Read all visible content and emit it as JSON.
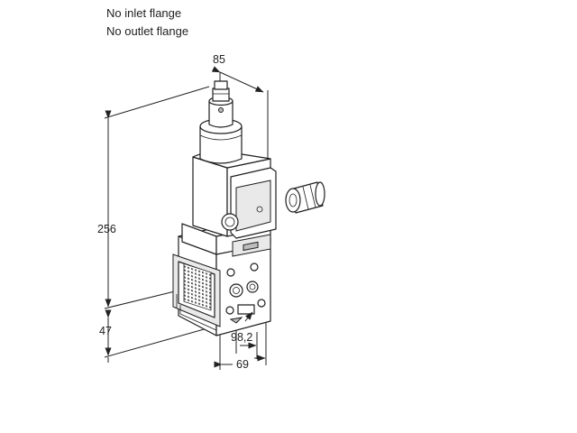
{
  "notes": {
    "inlet": "No inlet flange",
    "outlet": "No outlet flange"
  },
  "dimensions": {
    "depth_top": "85",
    "height": "256",
    "base_height": "47",
    "flange_offset": "98,2",
    "base_width": "69"
  },
  "colors": {
    "line": "#1e1e1e",
    "text": "#222222",
    "background": "#ffffff"
  }
}
